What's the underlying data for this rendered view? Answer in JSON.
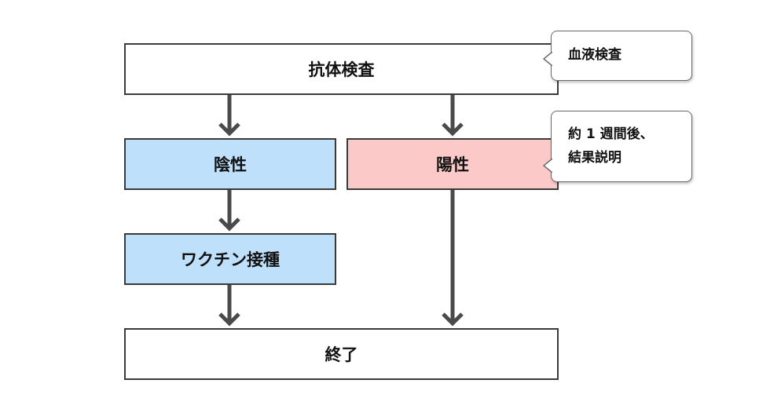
{
  "nodes": {
    "antibody_test": "抗体検査",
    "negative": "陰性",
    "positive": "陽性",
    "vaccination": "ワクチン接種",
    "end": "終了"
  },
  "callouts": {
    "blood_test": "血液検査",
    "result_line1": "約 1 週間後、",
    "result_line2": "結果説明"
  },
  "colors": {
    "negative_fill": "#bfe0fb",
    "positive_fill": "#fcc9c9",
    "border": "#3a3a3a",
    "arrow": "#4a4a4a"
  }
}
